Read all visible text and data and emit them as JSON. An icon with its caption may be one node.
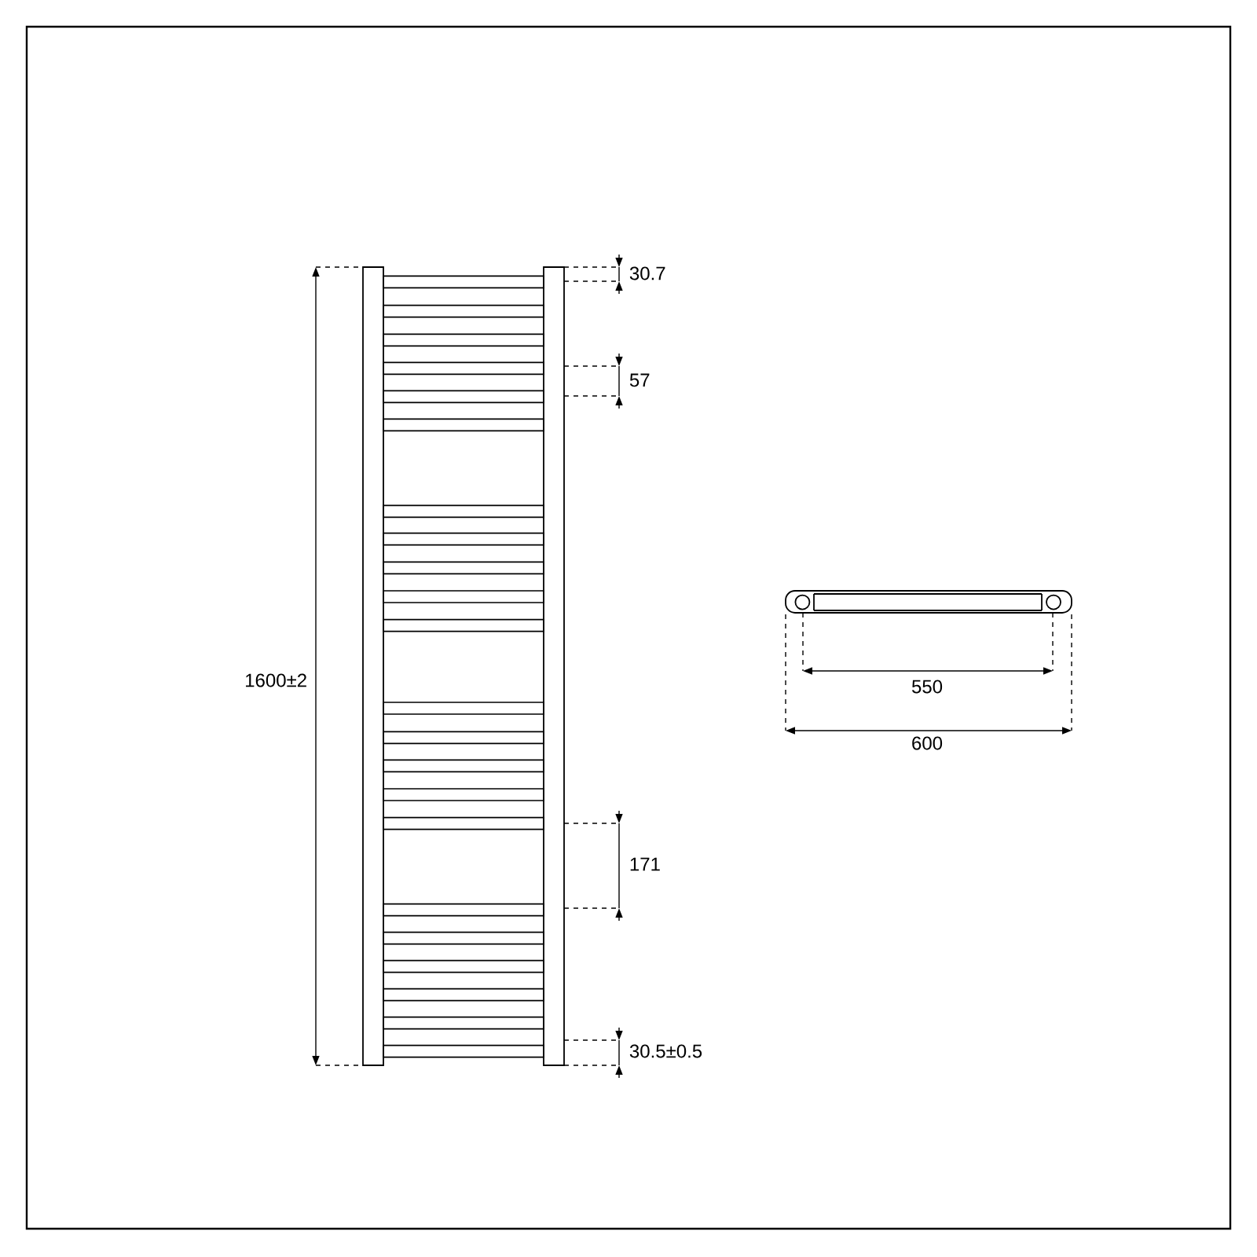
{
  "diagram": {
    "labels": [
      "30.7",
      "57",
      "1600±2",
      "550",
      "600",
      "171",
      "30.5±0.5"
    ]
  }
}
